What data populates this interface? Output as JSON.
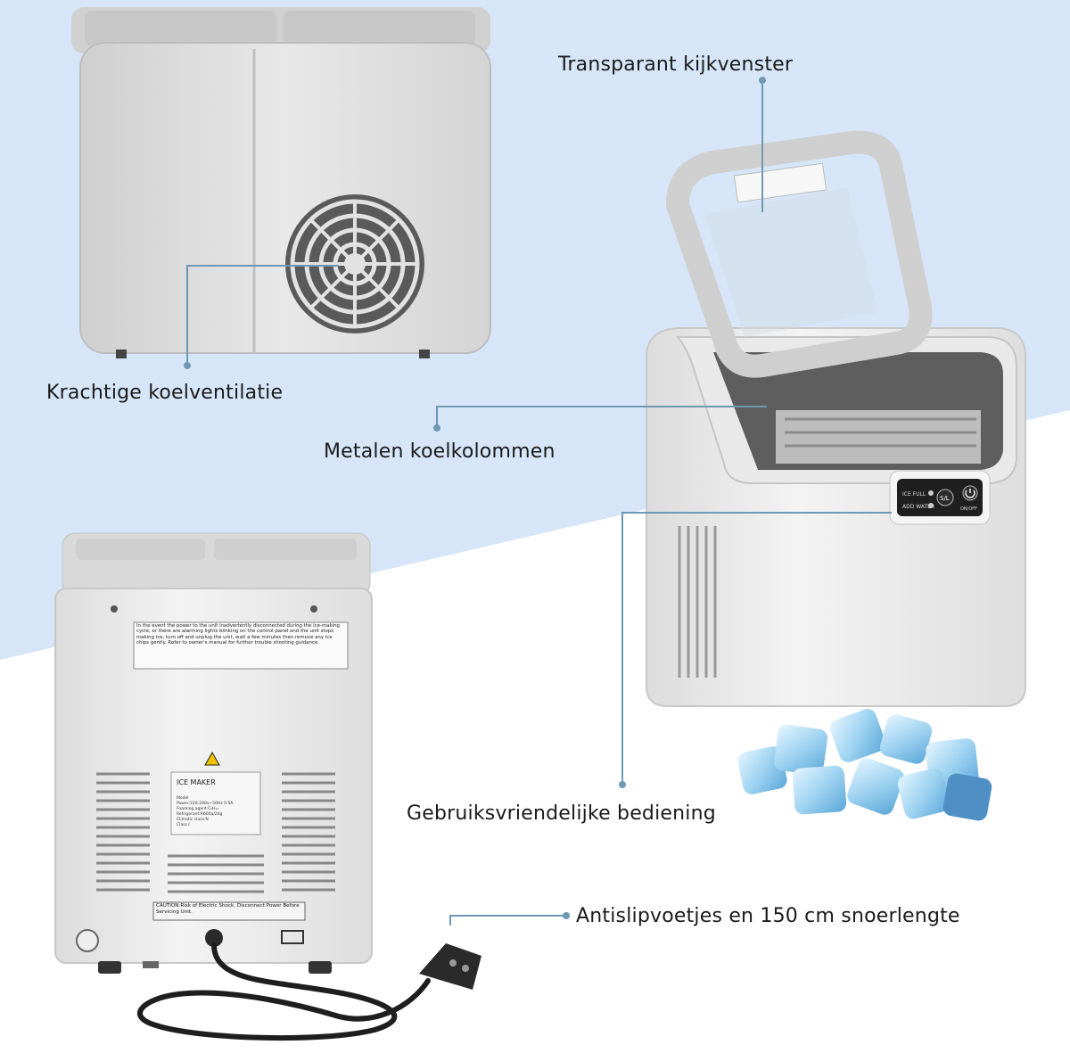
{
  "callouts": {
    "viewing_window": "Transparant kijkvenster",
    "cooling_fan": "Krachtige koelventilatie",
    "metal_columns": "Metalen koelkolommen",
    "controls": "Gebruiksvriendelijke bediening",
    "feet_cord": "Antislipvoetjes en 150 cm snoerlengte"
  },
  "rear_warning_sticker": "In the event the power to the unit inadvertently disconnected during the ice-making cycle, or there are alarming lights blinking on the control panel and the unit stops making ice, turn off and unplug the unit, wait a few minutes then remove any ice chips gently. Refer to owner's manual for further trouble shooting guidance.",
  "rating_plate": {
    "title": "ICE MAKER",
    "lines": [
      "Model",
      "Power:220-240v~50Hz 0.5A",
      "Foaming agent:C₅H₁₀",
      "Refrigerant:R600a/24g",
      "Climatic class:N",
      "Class I"
    ]
  },
  "caution_sticker": "CAUTION:Risk of Electric Shock. Disconnect Power Before Servicing Unit.",
  "control_panel": {
    "left_labels": [
      "ICE FULL",
      "ADD WATER"
    ],
    "size_button": "S/L",
    "power_label": "ON/OFF"
  },
  "colors": {
    "background_top": "#d6e6f8",
    "background_bottom": "#ffffff",
    "leader_line": "#6f98b3",
    "unit_body": "#e6e6e6",
    "ice": "#a9d8f3"
  }
}
